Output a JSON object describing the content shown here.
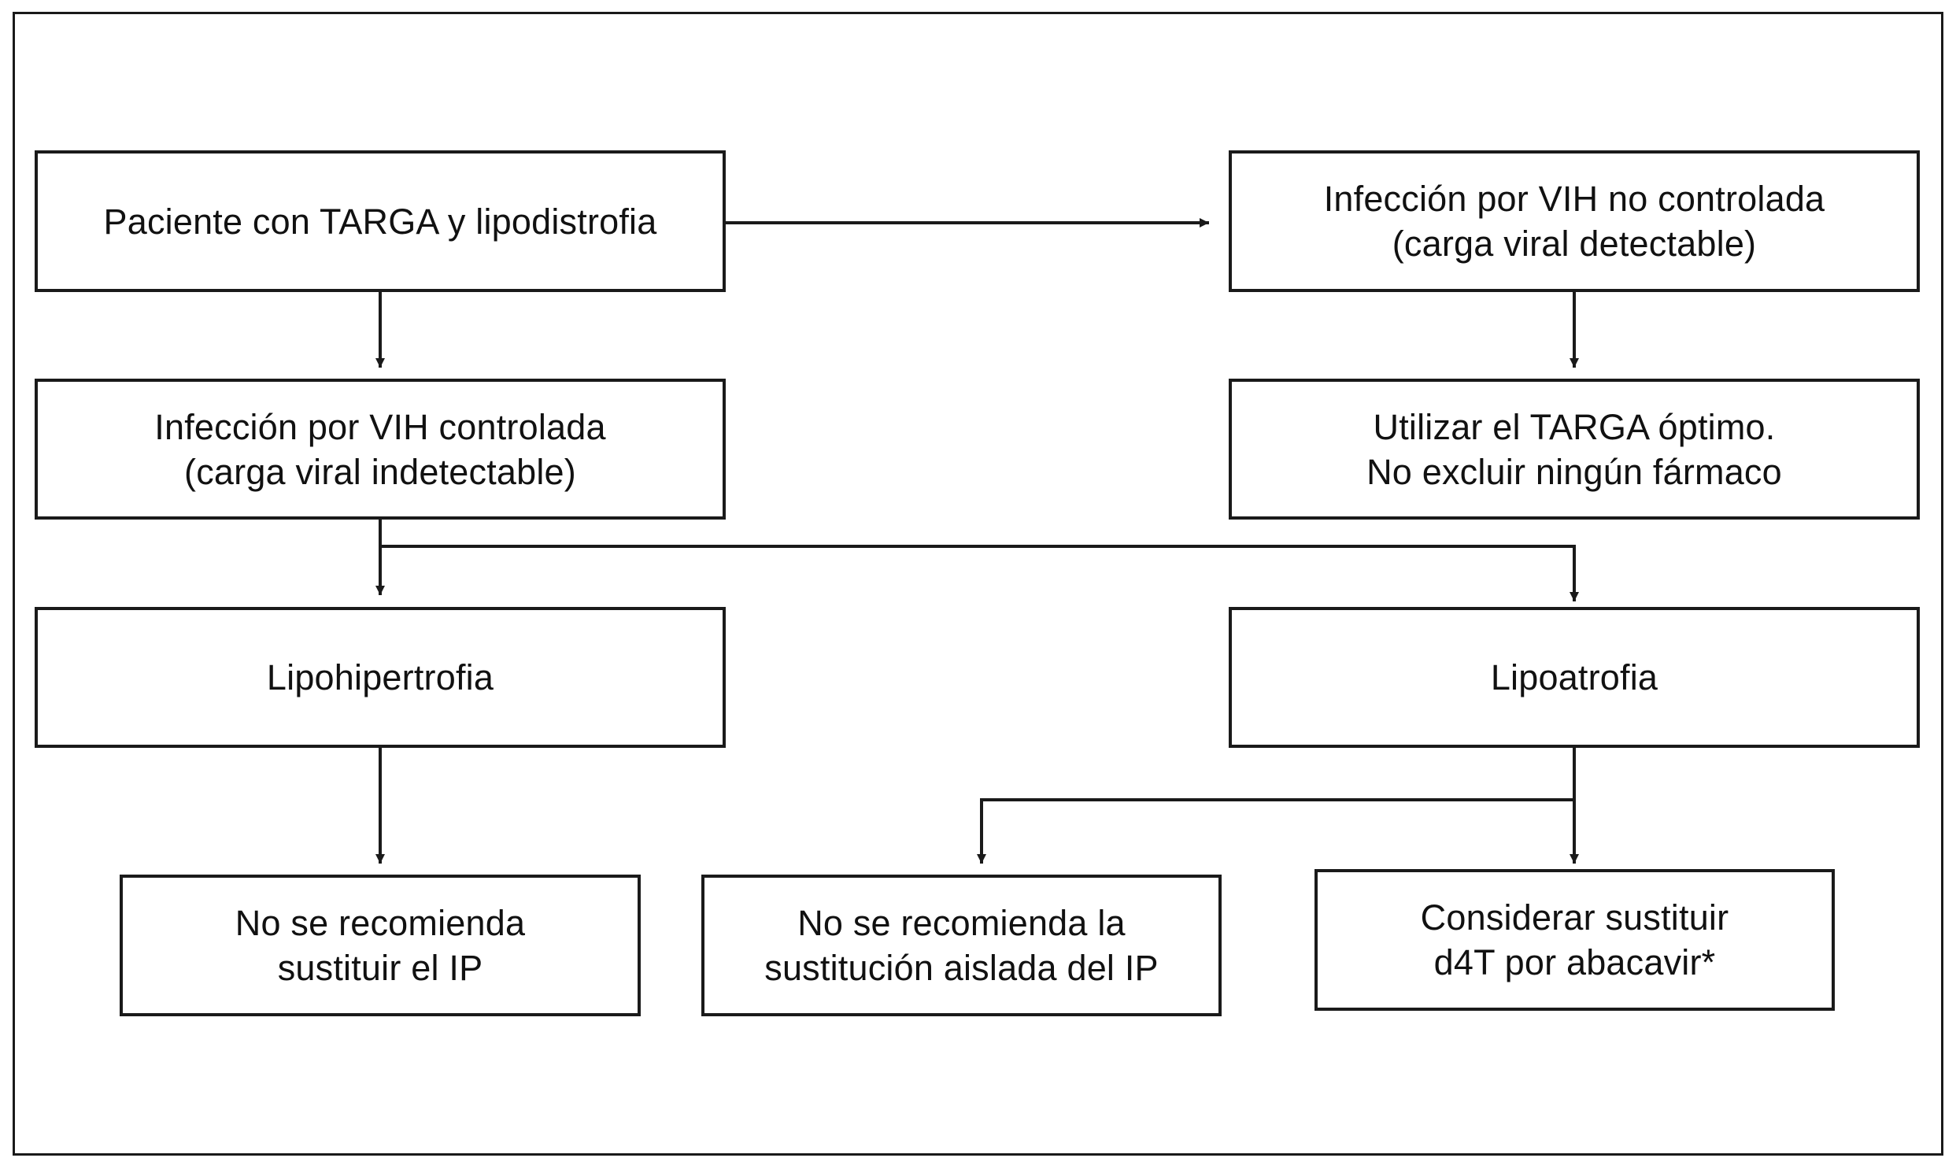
{
  "diagram": {
    "boxes": {
      "start": [
        "Paciente con TARGA y lipodistrofia"
      ],
      "uncontrolled": [
        "Infección por VIH no controlada",
        "(carga viral detectable)"
      ],
      "controlled": [
        "Infección por VIH controlada",
        "(carga viral indetectable)"
      ],
      "optimal": [
        "Utilizar el TARGA óptimo.",
        "No excluir ningún fármaco"
      ],
      "lipohipertrofia": [
        "Lipohipertrofia"
      ],
      "lipoatrofia": [
        "Lipoatrofia"
      ],
      "no_sustituir_ip": [
        "No se recomienda",
        "sustituir el IP"
      ],
      "no_sustitucion_aislada": [
        "No se recomienda la",
        "sustitución aislada del IP"
      ],
      "considerar_sustituir": [
        "Considerar sustituir",
        "d4T por abacavir*"
      ]
    },
    "colors": {
      "line": "#1a1a1a",
      "background": "#ffffff",
      "text": "#111111"
    }
  }
}
